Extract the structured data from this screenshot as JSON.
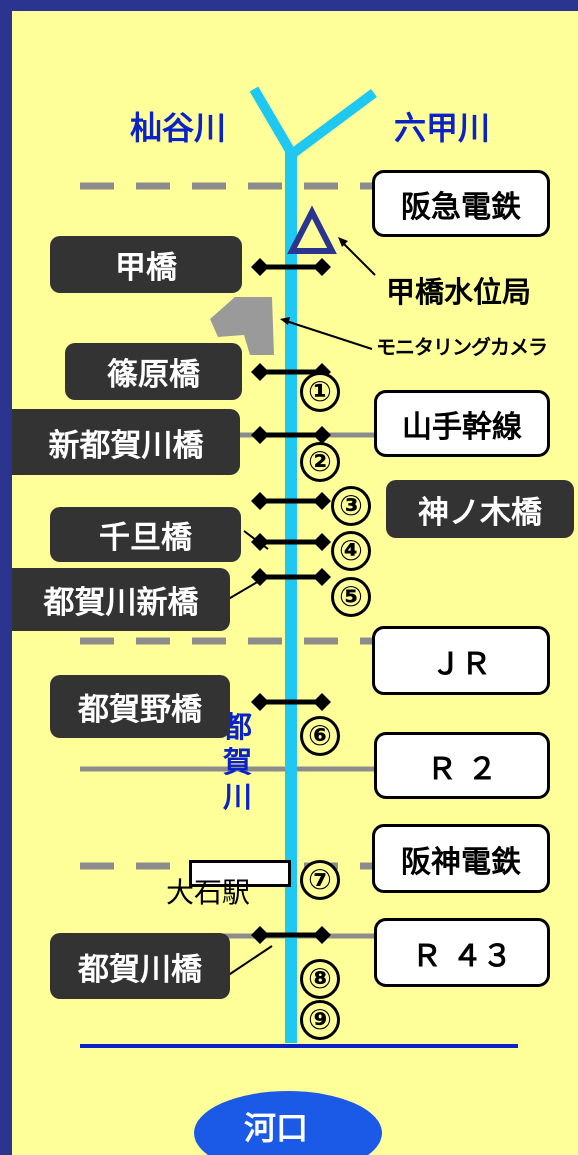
{
  "rivers": {
    "left_tributary": "杣谷川",
    "right_tributary": "六甲川",
    "main": [
      "都",
      "賀",
      "川"
    ],
    "mouth": "河口"
  },
  "bridges": [
    "甲橋",
    "篠原橋",
    "新都賀川橋",
    "千旦橋",
    "都賀川新橋",
    "都賀野橋",
    "都賀川橋",
    "神ノ木橋"
  ],
  "crossings": [
    "阪急電鉄",
    "山手幹線",
    "ＪＲ",
    "Ｒ ２",
    "阪神電鉄",
    "Ｒ ４３"
  ],
  "station": "大石駅",
  "facilities": {
    "gauge": "甲橋水位局",
    "camera": "モニタリングカメラ"
  },
  "points": [
    "①",
    "②",
    "③",
    "④",
    "⑤",
    "⑥",
    "⑦",
    "⑧",
    "⑨"
  ],
  "colors": {
    "background": "#2b3590",
    "panel": "#ffff99",
    "river": "#1ec8f0",
    "river_label": "#0a22c8",
    "mouth": "#1b5ae6"
  }
}
